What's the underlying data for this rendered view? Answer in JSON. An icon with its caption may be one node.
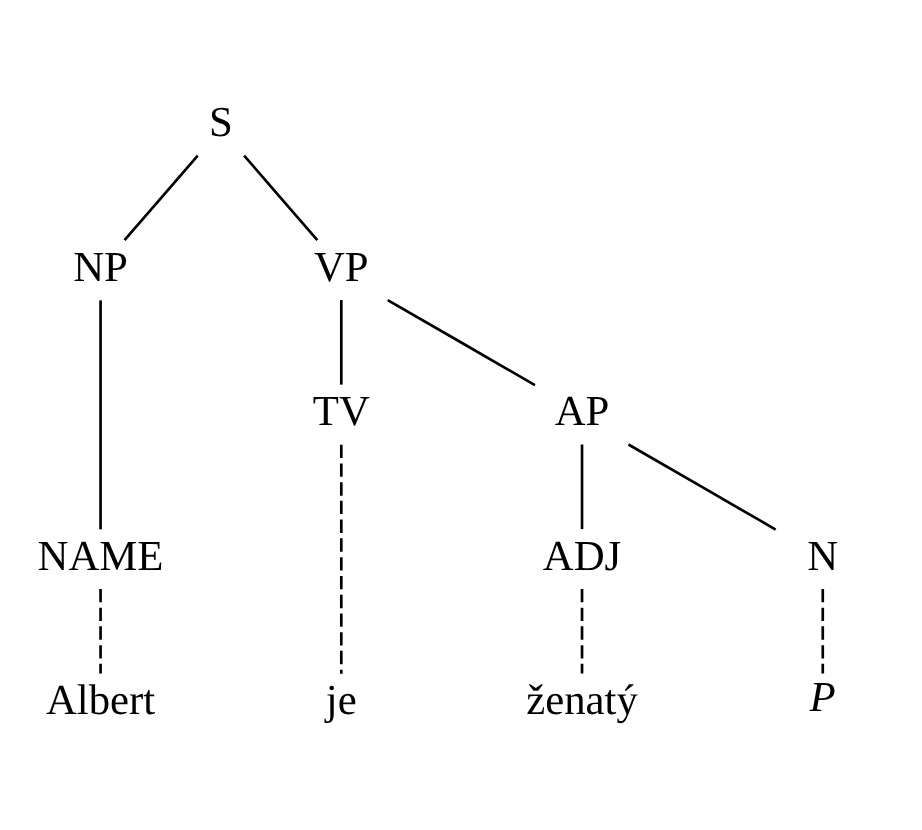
{
  "diagram": {
    "nodes": [
      {
        "text": [
          "S"
        ]
      },
      {
        "text": [
          "NP"
        ]
      },
      {
        "text": [
          "VP"
        ]
      },
      {
        "text": [
          "NAME"
        ]
      },
      {
        "text": [
          "TV"
        ]
      },
      {
        "text": [
          "AP"
        ]
      },
      {
        "text": [
          "ADJ"
        ]
      },
      {
        "text": [
          "N"
        ]
      },
      {
        "text": [
          "Albert"
        ]
      },
      {
        "text": [
          "je"
        ]
      },
      {
        "text": [
          "ženatý"
        ]
      },
      {
        "text": [
          "P"
        ]
      }
    ],
    "edges": [
      {
        "from": 0,
        "to": 1,
        "arrow": "none"
      },
      {
        "from": 0,
        "to": 2,
        "arrow": "none"
      },
      {
        "from": 1,
        "to": 3,
        "arrow": "none"
      },
      {
        "from": 2,
        "to": 4,
        "arrow": "none"
      },
      {
        "from": 2,
        "to": 5,
        "arrow": "none"
      },
      {
        "from": 5,
        "to": 6,
        "arrow": "none"
      },
      {
        "from": 5,
        "to": 7,
        "arrow": "none"
      },
      {
        "from": 3,
        "to": 8,
        "arrow": "none",
        "style": "dashed"
      },
      {
        "from": 4,
        "to": 9,
        "arrow": "none",
        "style": "dashed"
      },
      {
        "from": 6,
        "to": 10,
        "arrow": "none",
        "style": "dashed"
      },
      {
        "from": 7,
        "to": 11,
        "arrow": "none",
        "style": "dashed"
      }
    ]
  }
}
